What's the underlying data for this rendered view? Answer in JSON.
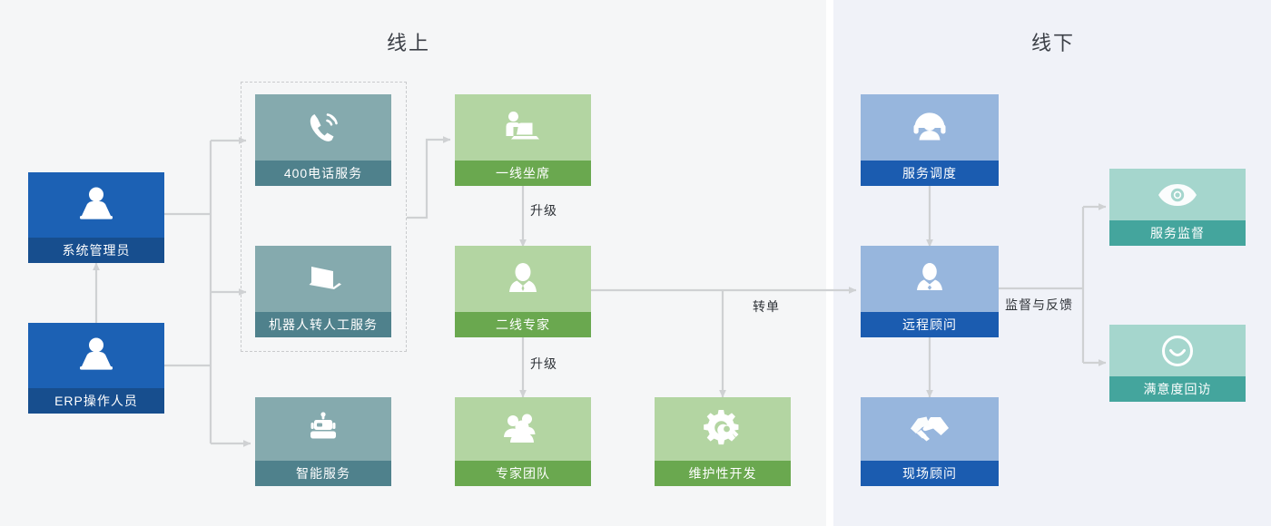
{
  "panels": [
    {
      "key": "online",
      "title": "线上"
    },
    {
      "key": "offline",
      "title": "线下"
    }
  ],
  "nodes": [
    {
      "id": "sys-admin",
      "label": "系统管理员",
      "icon": "operator-desk-icon",
      "theme": "blue"
    },
    {
      "id": "erp-operator",
      "label": "ERP操作人员",
      "icon": "operator-desk-icon",
      "theme": "blue"
    },
    {
      "id": "phone-400",
      "label": "400电话服务",
      "icon": "phone-ring-icon",
      "theme": "teal"
    },
    {
      "id": "robot-to-human",
      "label": "机器人转人工服务",
      "icon": "laptop-icon",
      "theme": "teal"
    },
    {
      "id": "smart-service",
      "label": "智能服务",
      "icon": "robot-icon",
      "theme": "teal"
    },
    {
      "id": "first-line",
      "label": "一线坐席",
      "icon": "person-laptop-icon",
      "theme": "green"
    },
    {
      "id": "second-line",
      "label": "二线专家",
      "icon": "person-icon",
      "theme": "green"
    },
    {
      "id": "expert-team",
      "label": "专家团队",
      "icon": "people-group-icon",
      "theme": "green"
    },
    {
      "id": "maintenance-dev",
      "label": "维护性开发",
      "icon": "gear-wrench-icon",
      "theme": "green"
    },
    {
      "id": "service-dispatch",
      "label": "服务调度",
      "icon": "headset-agent-icon",
      "theme": "lblue"
    },
    {
      "id": "remote-advisor",
      "label": "远程顾问",
      "icon": "person-badge-icon",
      "theme": "lblue"
    },
    {
      "id": "onsite-advisor",
      "label": "现场顾问",
      "icon": "handshake-icon",
      "theme": "lblue"
    },
    {
      "id": "service-monitor",
      "label": "服务监督",
      "icon": "eye-icon",
      "theme": "mint"
    },
    {
      "id": "satisfaction",
      "label": "满意度回访",
      "icon": "smile-icon",
      "theme": "mint"
    }
  ],
  "edge_labels": [
    {
      "id": "escalate-1",
      "text": "升级"
    },
    {
      "id": "escalate-2",
      "text": "升级"
    },
    {
      "id": "transfer",
      "text": "转单"
    },
    {
      "id": "supervise",
      "text": "监督与反馈"
    }
  ],
  "colors": {
    "panel_online_bg": "#f5f6f7",
    "panel_offline_bg": "#f0f2f8",
    "connector": "#cfd1d3",
    "dashed_border": "#c9cbcd",
    "blue_body": "#1c61b4",
    "blue_label": "#174e8e",
    "teal_body": "#85aaae",
    "teal_label": "#4f818c",
    "green_body": "#b3d5a2",
    "green_label": "#6aa84f",
    "light_blue_body": "#97b6dd",
    "light_blue_label": "#1b5cb0",
    "mint_body": "#a5d6cd",
    "mint_label": "#44a59d",
    "title_text": "#3b3f46"
  }
}
